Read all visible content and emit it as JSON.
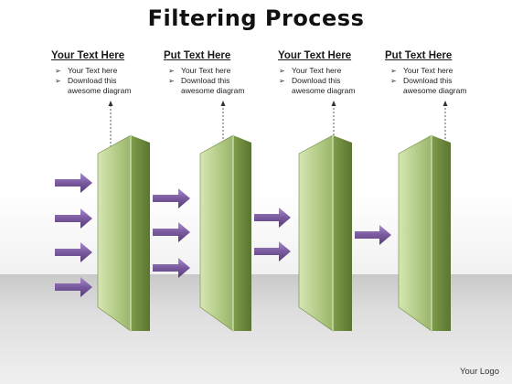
{
  "title": "Filtering Process",
  "columns": [
    {
      "heading": "Your Text Here",
      "bullets": [
        "Your Text here",
        "Download this awesome diagram"
      ]
    },
    {
      "heading": "Put Text Here",
      "bullets": [
        "Your Text here",
        "Download this awesome diagram"
      ]
    },
    {
      "heading": "Your Text Here",
      "bullets": [
        "Your Text here",
        "Download this awesome diagram"
      ]
    },
    {
      "heading": "Put Text Here",
      "bullets": [
        "Your Text here",
        "Download this awesome diagram"
      ]
    }
  ],
  "bullet_marker": "➢",
  "logo": "Your Logo",
  "colors": {
    "panel_front": "#a9c27a",
    "panel_side": "#6d8b3c",
    "arrow": "#7a5a9e",
    "floor": "#d3d3d3"
  },
  "arrow_counts": [
    4,
    3,
    2,
    1
  ]
}
